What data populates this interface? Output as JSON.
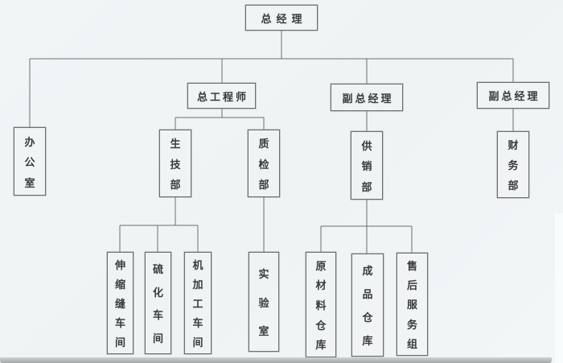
{
  "diagram": {
    "type": "org-chart",
    "title": "",
    "nodes": {
      "general_manager": {
        "label": "总经理"
      },
      "chief_engineer": {
        "label": "总工程师"
      },
      "deputy_general_manager_1": {
        "label": "副总经理"
      },
      "deputy_general_manager_2": {
        "label": "副总经理"
      },
      "office": {
        "label": "办公室"
      },
      "production_technology_dept": {
        "label": "生技部"
      },
      "quality_inspection_dept": {
        "label": "质检部"
      },
      "supply_and_sales_dept": {
        "label": "供销部"
      },
      "finance_dept": {
        "label": "财务部"
      },
      "expansion_joint_workshop": {
        "label": "伸缩缝车间"
      },
      "vulcanization_workshop": {
        "label": "硫化车间"
      },
      "machining_workshop": {
        "label": "机加工车间"
      },
      "laboratory": {
        "label": "实验室"
      },
      "raw_materials_warehouse": {
        "label": "原材料仓库"
      },
      "finished_goods_warehouse": {
        "label": "成品仓库"
      },
      "after_sales_service_team": {
        "label": "售后服务组"
      }
    },
    "edges": [
      [
        "general_manager",
        "office"
      ],
      [
        "general_manager",
        "chief_engineer"
      ],
      [
        "general_manager",
        "deputy_general_manager_1"
      ],
      [
        "general_manager",
        "deputy_general_manager_2"
      ],
      [
        "chief_engineer",
        "production_technology_dept"
      ],
      [
        "chief_engineer",
        "quality_inspection_dept"
      ],
      [
        "deputy_general_manager_1",
        "supply_and_sales_dept"
      ],
      [
        "deputy_general_manager_2",
        "finance_dept"
      ],
      [
        "production_technology_dept",
        "expansion_joint_workshop"
      ],
      [
        "production_technology_dept",
        "vulcanization_workshop"
      ],
      [
        "production_technology_dept",
        "machining_workshop"
      ],
      [
        "quality_inspection_dept",
        "laboratory"
      ],
      [
        "supply_and_sales_dept",
        "raw_materials_warehouse"
      ],
      [
        "supply_and_sales_dept",
        "finished_goods_warehouse"
      ],
      [
        "supply_and_sales_dept",
        "after_sales_service_team"
      ]
    ],
    "colors": {
      "line": "#6e6e6e",
      "text": "#3a3a3a",
      "paper": "#eff4f5"
    }
  }
}
